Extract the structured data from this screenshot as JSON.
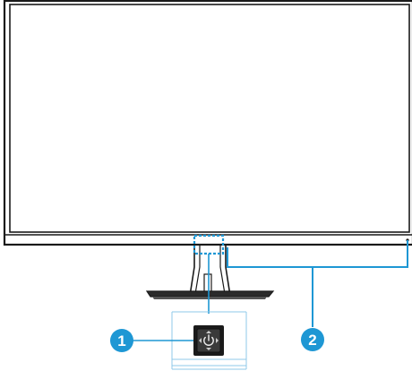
{
  "colors": {
    "outline": "#1a1a1a",
    "accent": "#1e97d4",
    "callout_text": "#ffffff",
    "screen": "#ffffff",
    "stand_fill": "#2b2b2b"
  },
  "callouts": [
    {
      "number": "1",
      "target": "power-button"
    },
    {
      "number": "2",
      "target": "power-indicator-led"
    }
  ],
  "icons": {
    "power_button": "power-icon"
  }
}
